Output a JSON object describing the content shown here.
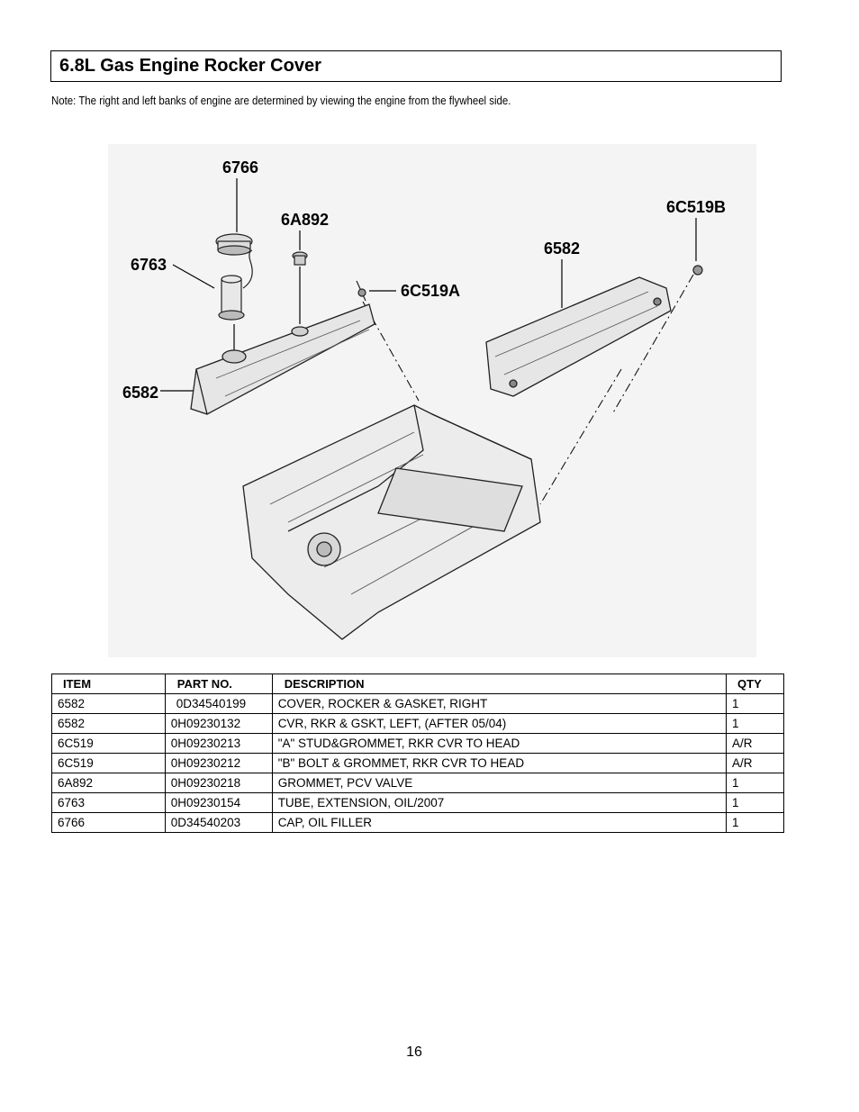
{
  "header": {
    "title": "6.8L Gas Engine Rocker Cover"
  },
  "note": "Note: The right and left banks of engine are determined by viewing the engine from the flywheel side.",
  "diagram": {
    "callouts": {
      "c6766": "6766",
      "c6a892": "6A892",
      "c6c519b": "6C519B",
      "c6582_right": "6582",
      "c6763": "6763",
      "c6c519a": "6C519A",
      "c6582_left": "6582"
    }
  },
  "table": {
    "headers": {
      "item": "ITEM",
      "part_no": "PART NO.",
      "description": "DESCRIPTION",
      "qty": "QTY"
    },
    "rows": [
      {
        "item": "6582",
        "part_no": "0D34540199",
        "description": "COVER, ROCKER & GASKET, RIGHT",
        "qty": "1"
      },
      {
        "item": "6582",
        "part_no": "0H09230132",
        "description": "CVR, RKR & GSKT, LEFT, (AFTER 05/04)",
        "qty": "1"
      },
      {
        "item": "6C519",
        "part_no": "0H09230213",
        "description": "\"A\" STUD&GROMMET, RKR CVR TO HEAD",
        "qty": "A/R"
      },
      {
        "item": "6C519",
        "part_no": "0H09230212",
        "description": "\"B\" BOLT & GROMMET, RKR CVR TO HEAD",
        "qty": "A/R"
      },
      {
        "item": "6A892",
        "part_no": "0H09230218",
        "description": "GROMMET, PCV VALVE",
        "qty": "1"
      },
      {
        "item": "6763",
        "part_no": "0H09230154",
        "description": "TUBE, EXTENSION, OIL/2007",
        "qty": "1"
      },
      {
        "item": "6766",
        "part_no": "0D34540203",
        "description": "CAP, OIL FILLER",
        "qty": "1"
      }
    ]
  },
  "footer": {
    "page_number": "16"
  }
}
